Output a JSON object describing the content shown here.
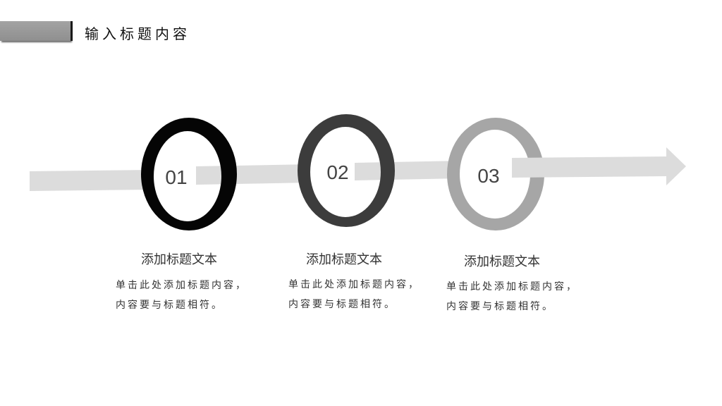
{
  "header": {
    "title": "输入标题内容"
  },
  "colors": {
    "ring_1": "#050505",
    "ring_2": "#3c3c3c",
    "ring_3": "#a6a6a6",
    "arrow": "#dcdcdc"
  },
  "steps": [
    {
      "number": "01",
      "title": "添加标题文本",
      "desc_line1": "单击此处添加标题内容，",
      "desc_line2": "内容要与标题相符。"
    },
    {
      "number": "02",
      "title": "添加标题文本",
      "desc_line1": "单击此处添加标题内容，",
      "desc_line2": "内容要与标题相符。"
    },
    {
      "number": "03",
      "title": "添加标题文本",
      "desc_line1": "单击此处添加标题内容，",
      "desc_line2": "内容要与标题相符。"
    }
  ]
}
